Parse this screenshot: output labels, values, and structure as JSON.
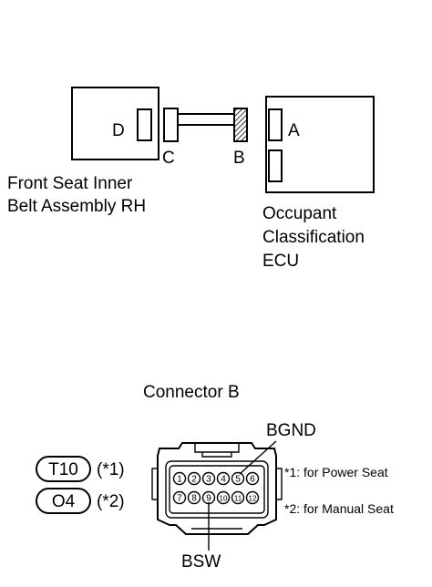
{
  "top_diagram": {
    "left_part": {
      "name_line1": "Front Seat Inner",
      "name_line2": "Belt Assembly RH",
      "connector_label": "D"
    },
    "right_part": {
      "name_line1": "Occupant",
      "name_line2": "Classification",
      "name_line3": "ECU",
      "connector_label": "A"
    },
    "harness": {
      "left_connector_label": "C",
      "right_connector_label": "B"
    }
  },
  "connector_view": {
    "title": "Connector B",
    "code_1": "T10",
    "code_1_note": "(*1)",
    "code_2": "O4",
    "code_2_note": "(*2)",
    "terminal_top_callout": "BGND",
    "terminal_bottom_callout": "BSW",
    "footnote_1": "*1: for Power Seat",
    "footnote_2": "*2: for Manual Seat",
    "pins_top_row": [
      "1",
      "2",
      "3",
      "4",
      "5",
      "6"
    ],
    "pins_bottom_row": [
      "7",
      "8",
      "9",
      "10",
      "11",
      "12"
    ]
  }
}
